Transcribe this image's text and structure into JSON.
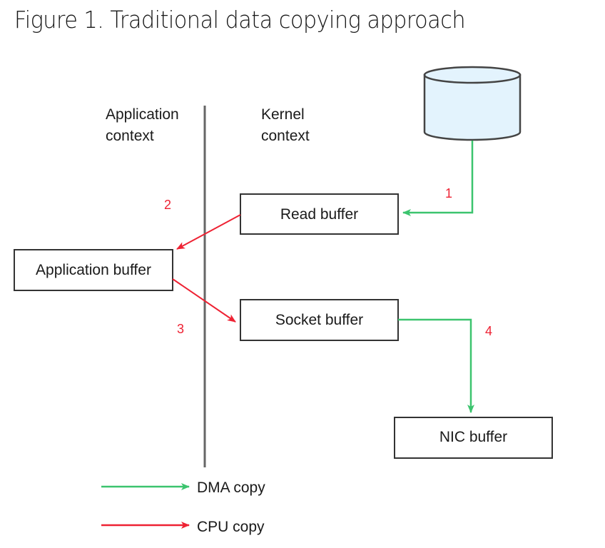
{
  "title": "Figure 1. Traditional data copying approach",
  "diagram": {
    "contexts": {
      "application": [
        "Application",
        "context"
      ],
      "kernel": [
        "Kernel",
        "context"
      ]
    },
    "storage": {
      "icon": "disk-cylinder-icon",
      "fill_color": "#e3f3fd"
    },
    "boxes": {
      "read_buffer": "Read buffer",
      "application_buffer": "Application buffer",
      "socket_buffer": "Socket buffer",
      "nic_buffer": "NIC buffer"
    },
    "steps": [
      {
        "label": "1",
        "from": "disk",
        "to": "Read buffer",
        "type": "DMA copy"
      },
      {
        "label": "2",
        "from": "Read buffer",
        "to": "Application buffer",
        "type": "CPU copy"
      },
      {
        "label": "3",
        "from": "Application buffer",
        "to": "Socket buffer",
        "type": "CPU copy"
      },
      {
        "label": "4",
        "from": "Socket buffer",
        "to": "NIC buffer",
        "type": "DMA copy"
      }
    ],
    "legend": {
      "dma": {
        "label": "DMA copy",
        "color": "#3cc46e"
      },
      "cpu": {
        "label": "CPU copy",
        "color": "#ee2233"
      }
    },
    "colors": {
      "divider": "#666666",
      "box_border": "#333333"
    }
  }
}
